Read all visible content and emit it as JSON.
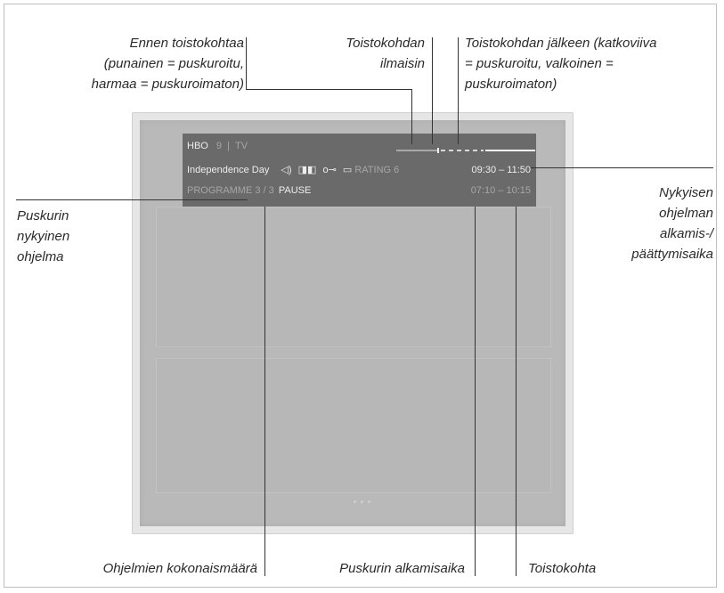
{
  "callouts": {
    "before_playback": [
      "Ennen toistokohtaa",
      "(punainen = puskuroitu,",
      "harmaa = puskuroimaton)"
    ],
    "indicator": [
      "Toistokohdan",
      "ilmaisin"
    ],
    "after_playback": [
      "Toistokohdan jälkeen (katkoviiva",
      "= puskuroitu, valkoinen =",
      "puskuroimaton)"
    ],
    "buffer_programme": [
      "Puskurin",
      "nykyinen",
      "ohjelma"
    ],
    "current_programme_time": [
      "Nykyisen",
      "ohjelman",
      "alkamis-/",
      "päättymisaika"
    ],
    "total_programmes": "Ohjelmien kokonaismäärä",
    "buffer_start": "Puskurin alkamisaika",
    "playback_point": "Toistokohta"
  },
  "osd": {
    "channel": "HBO",
    "channel_number": "9",
    "separator": "|",
    "source": "TV",
    "programme_title": "Independence Day",
    "icons": [
      "speaker-icon",
      "dual-audio-icon",
      "key-icon",
      "subtitle-icon"
    ],
    "icon_glyphs": [
      "◁)",
      "◨◧",
      "o⊸",
      "▭"
    ],
    "rating": "RATING 6",
    "programme_time": "09:30  –  11:50",
    "programme_counter_label": "PROGRAMME 3 / 3",
    "status": "PAUSE",
    "buffer_time": "07:10  –  10:15",
    "colors": {
      "before_buffered": "#a8a8a8",
      "after_dashed": "#d8d8d8",
      "after_unbuffered": "#f2f2f2"
    }
  }
}
